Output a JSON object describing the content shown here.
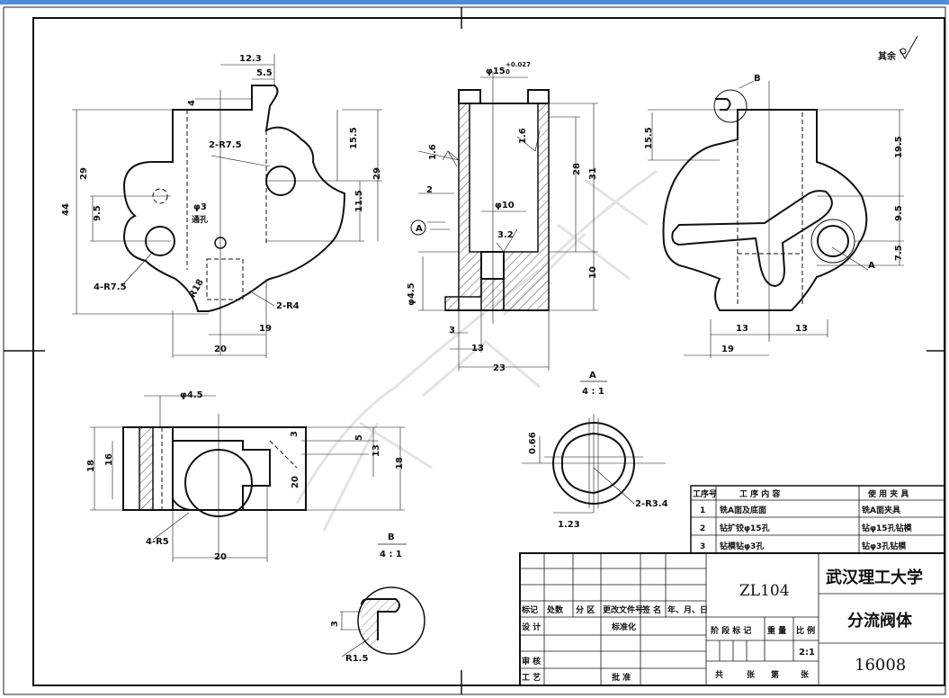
{
  "dims": {
    "top_12_3": "12.3",
    "top_5_5": "5.5",
    "top_4": "4",
    "r7_5_top": "2-R7.5",
    "dia3": "φ3",
    "through_hole": "通孔",
    "left_29": "29",
    "left_44": "44",
    "left_9_5": "9.5",
    "r7_5_left": "4-R7.5",
    "r18": "R18",
    "r4": "2-R4",
    "right_15_5": "15.5",
    "right_29": "29",
    "right_11_5": "11.5",
    "bottom_19": "19",
    "bottom_20": "20",
    "sec_dia15": "φ15",
    "sec_tol": "+0.027",
    "sec_tol0": "0",
    "sec_1_6_a": "1.6",
    "sec_1_6_b": "1.6",
    "sec_2": "2",
    "sec_A": "A",
    "sec_dia10": "φ10",
    "sec_3_2": "3.2",
    "sec_28": "28",
    "sec_31": "31",
    "sec_10": "10",
    "sec_dia4_5": "φ4.5",
    "sec_3": "3",
    "sec_13": "13",
    "sec_23": "23",
    "rv_B": "B",
    "rv_15_5": "15.5",
    "rv_19_5": "19.5",
    "rv_9_5": "9.5",
    "rv_7_5": "7.5",
    "rv_A": "A",
    "rv_13a": "13",
    "rv_13b": "13",
    "rv_19": "19",
    "roughness_rest": "其余",
    "bv_dia4_5": "φ4.5",
    "bv_18a": "18",
    "bv_16": "16",
    "bv_3": "3",
    "bv_5": "5",
    "bv_13": "13",
    "bv_18b": "18",
    "bv_20v": "20",
    "bv_r5": "4-R5",
    "bv_20": "20",
    "detA_label": "A",
    "detA_scale": "4 : 1",
    "detA_066": "0.66",
    "detA_r3_4": "2-R3.4",
    "detA_1_23": "1.23",
    "detB_label": "B",
    "detB_scale": "4 : 1",
    "detB_3": "3",
    "detB_r1_5": "R1.5"
  },
  "process_table": {
    "headers": [
      "工序号",
      "工 序 内 容",
      "使 用 夹 具"
    ],
    "rows": [
      [
        "1",
        "铣A面及底面",
        "铣A面夹具"
      ],
      [
        "2",
        "钻扩铰φ15孔",
        "钻φ15孔钻模"
      ],
      [
        "3",
        "钻模钻φ3孔",
        "钻φ3孔钻模"
      ]
    ]
  },
  "title_block": {
    "material": "ZL104",
    "school": "武汉理工大学",
    "part_name": "分流阀体",
    "drawing_no": "16008",
    "scale": "2:1",
    "labels": {
      "mark": "标记",
      "count": "处数",
      "zone": "分 区",
      "change_doc": "更改文件号",
      "sign": "签 名",
      "date": "年、月、日",
      "design": "设 计",
      "standardize": "标准化",
      "stage_mark": "阶 段 标 记",
      "weight": "重 量",
      "scale_label": "比 例",
      "review": "审 核",
      "process": "工 艺",
      "approve": "批 准",
      "total": "共",
      "sheets": "张",
      "no": "第",
      "sheet": "张"
    }
  }
}
